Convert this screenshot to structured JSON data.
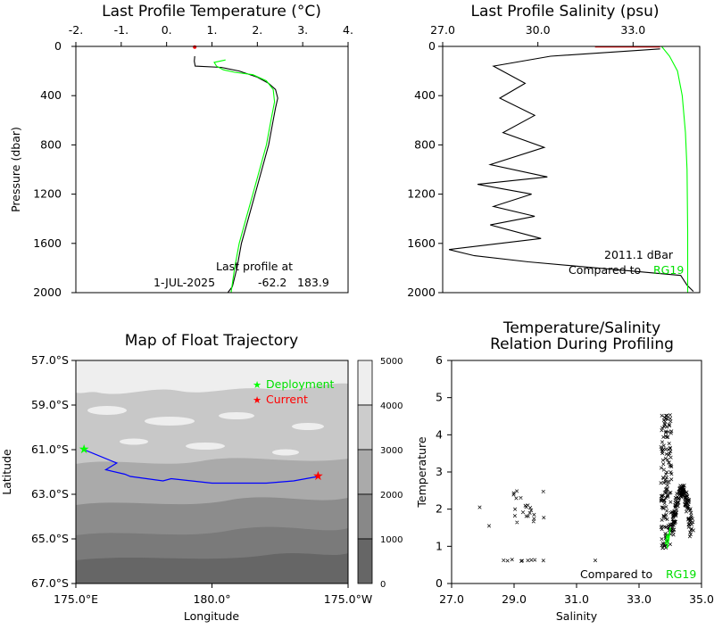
{
  "chart_data": [
    {
      "type": "line",
      "title": "Last Profile Temperature (°C)",
      "ylabel": "Pressure (dbar)",
      "xlim": [
        -2,
        4
      ],
      "ylim": [
        2000,
        0
      ],
      "x_ticks": [
        "-2.",
        "-1.",
        "0.",
        "1.",
        "2.",
        "3.",
        "4."
      ],
      "y_ticks": [
        "0",
        "400",
        "800",
        "1200",
        "1600",
        "2000"
      ],
      "annotation": [
        "Last profile at",
        "1-JUL-2025",
        "-62.2",
        "183.9"
      ],
      "series": [
        {
          "color": "#000000",
          "x": [
            0.62,
            0.61,
            0.63,
            1.2,
            1.6,
            2.0,
            2.25,
            2.4,
            2.45,
            2.4,
            2.35,
            2.25,
            2.1,
            1.95,
            1.8,
            1.65,
            1.55,
            1.45,
            1.35
          ],
          "y": [
            80,
            120,
            160,
            170,
            200,
            250,
            300,
            350,
            420,
            500,
            600,
            800,
            1000,
            1200,
            1400,
            1600,
            1800,
            1950,
            2000
          ]
        },
        {
          "color": "#00ff00",
          "x": [
            1.3,
            1.05,
            1.1,
            1.25,
            1.5,
            1.9,
            2.2,
            2.35,
            2.38,
            2.3,
            2.2,
            2.05,
            1.9,
            1.75,
            1.6,
            1.5,
            1.42
          ],
          "y": [
            110,
            130,
            160,
            190,
            210,
            230,
            280,
            350,
            450,
            600,
            800,
            1000,
            1200,
            1400,
            1600,
            1800,
            2000
          ]
        }
      ]
    },
    {
      "type": "line",
      "title": "Last Profile Salinity (psu)",
      "xlim": [
        27,
        35.1
      ],
      "ylim": [
        2000,
        0
      ],
      "x_ticks": [
        "27.0",
        "30.0",
        "33.0"
      ],
      "y_ticks": [
        "0",
        "400",
        "800",
        "1200",
        "1600",
        "2000"
      ],
      "annotation": [
        "2011.1 dBar",
        "Compared to",
        "RG19"
      ],
      "series": [
        {
          "color": "#000000",
          "x": [
            33.85,
            30.4,
            28.6,
            29.6,
            28.8,
            29.9,
            28.9,
            30.2,
            28.5,
            30.3,
            28.1,
            29.8,
            28.6,
            29.9,
            28.5,
            30.1,
            27.2,
            28.0,
            29.7,
            34.5,
            34.7,
            34.9
          ],
          "y": [
            20,
            80,
            160,
            300,
            420,
            560,
            700,
            820,
            960,
            1060,
            1120,
            1200,
            1300,
            1380,
            1450,
            1560,
            1650,
            1700,
            1750,
            1860,
            1940,
            1990
          ]
        },
        {
          "color": "#ff0000",
          "x": [
            31.8,
            33.85
          ],
          "y": [
            5,
            5
          ]
        },
        {
          "color": "#00ff00",
          "x": [
            33.9,
            34.15,
            34.4,
            34.55,
            34.65,
            34.7,
            34.72,
            34.72
          ],
          "y": [
            0,
            80,
            200,
            400,
            700,
            1000,
            1500,
            2000
          ]
        }
      ]
    },
    {
      "type": "heatmap",
      "title": "Map of Float Trajectory",
      "ylabel": "Latitude",
      "xlabel": "Longitude",
      "x_ticks": [
        "175.0°E",
        "180.0°",
        "175.0°W"
      ],
      "y_ticks": [
        "57.0°S",
        "59.0°S",
        "61.0°S",
        "63.0°S",
        "65.0°S",
        "67.0°S"
      ],
      "colorbar_ticks": [
        "5000",
        "4000",
        "3000",
        "2000",
        "1000",
        "0"
      ],
      "legend": [
        "Deployment",
        "Current"
      ],
      "trajectory": {
        "lon": [
          175.3,
          176.5,
          176.1,
          176.8,
          177.0,
          178.2,
          178.5,
          180.0,
          182.0,
          183.0,
          183.9
        ],
        "lat": [
          -61.0,
          -61.6,
          -61.9,
          -62.1,
          -62.2,
          -62.4,
          -62.3,
          -62.5,
          -62.5,
          -62.4,
          -62.2
        ]
      },
      "deployment": {
        "lon": 175.3,
        "lat": -61.0
      },
      "current": {
        "lon": 183.9,
        "lat": -62.2
      }
    },
    {
      "type": "scatter",
      "title": [
        "Temperature/Salinity",
        "Relation During Profiling"
      ],
      "xlabel": "Salinity",
      "ylabel": "Temperature",
      "xlim": [
        27,
        35
      ],
      "ylim": [
        0,
        6
      ],
      "x_ticks": [
        "27.0",
        "29.0",
        "31.0",
        "33.0",
        "35.0"
      ],
      "y_ticks": [
        "0",
        "1",
        "2",
        "3",
        "4",
        "5",
        "6"
      ],
      "annotation": [
        "Compared to",
        "RG19"
      ]
    }
  ]
}
